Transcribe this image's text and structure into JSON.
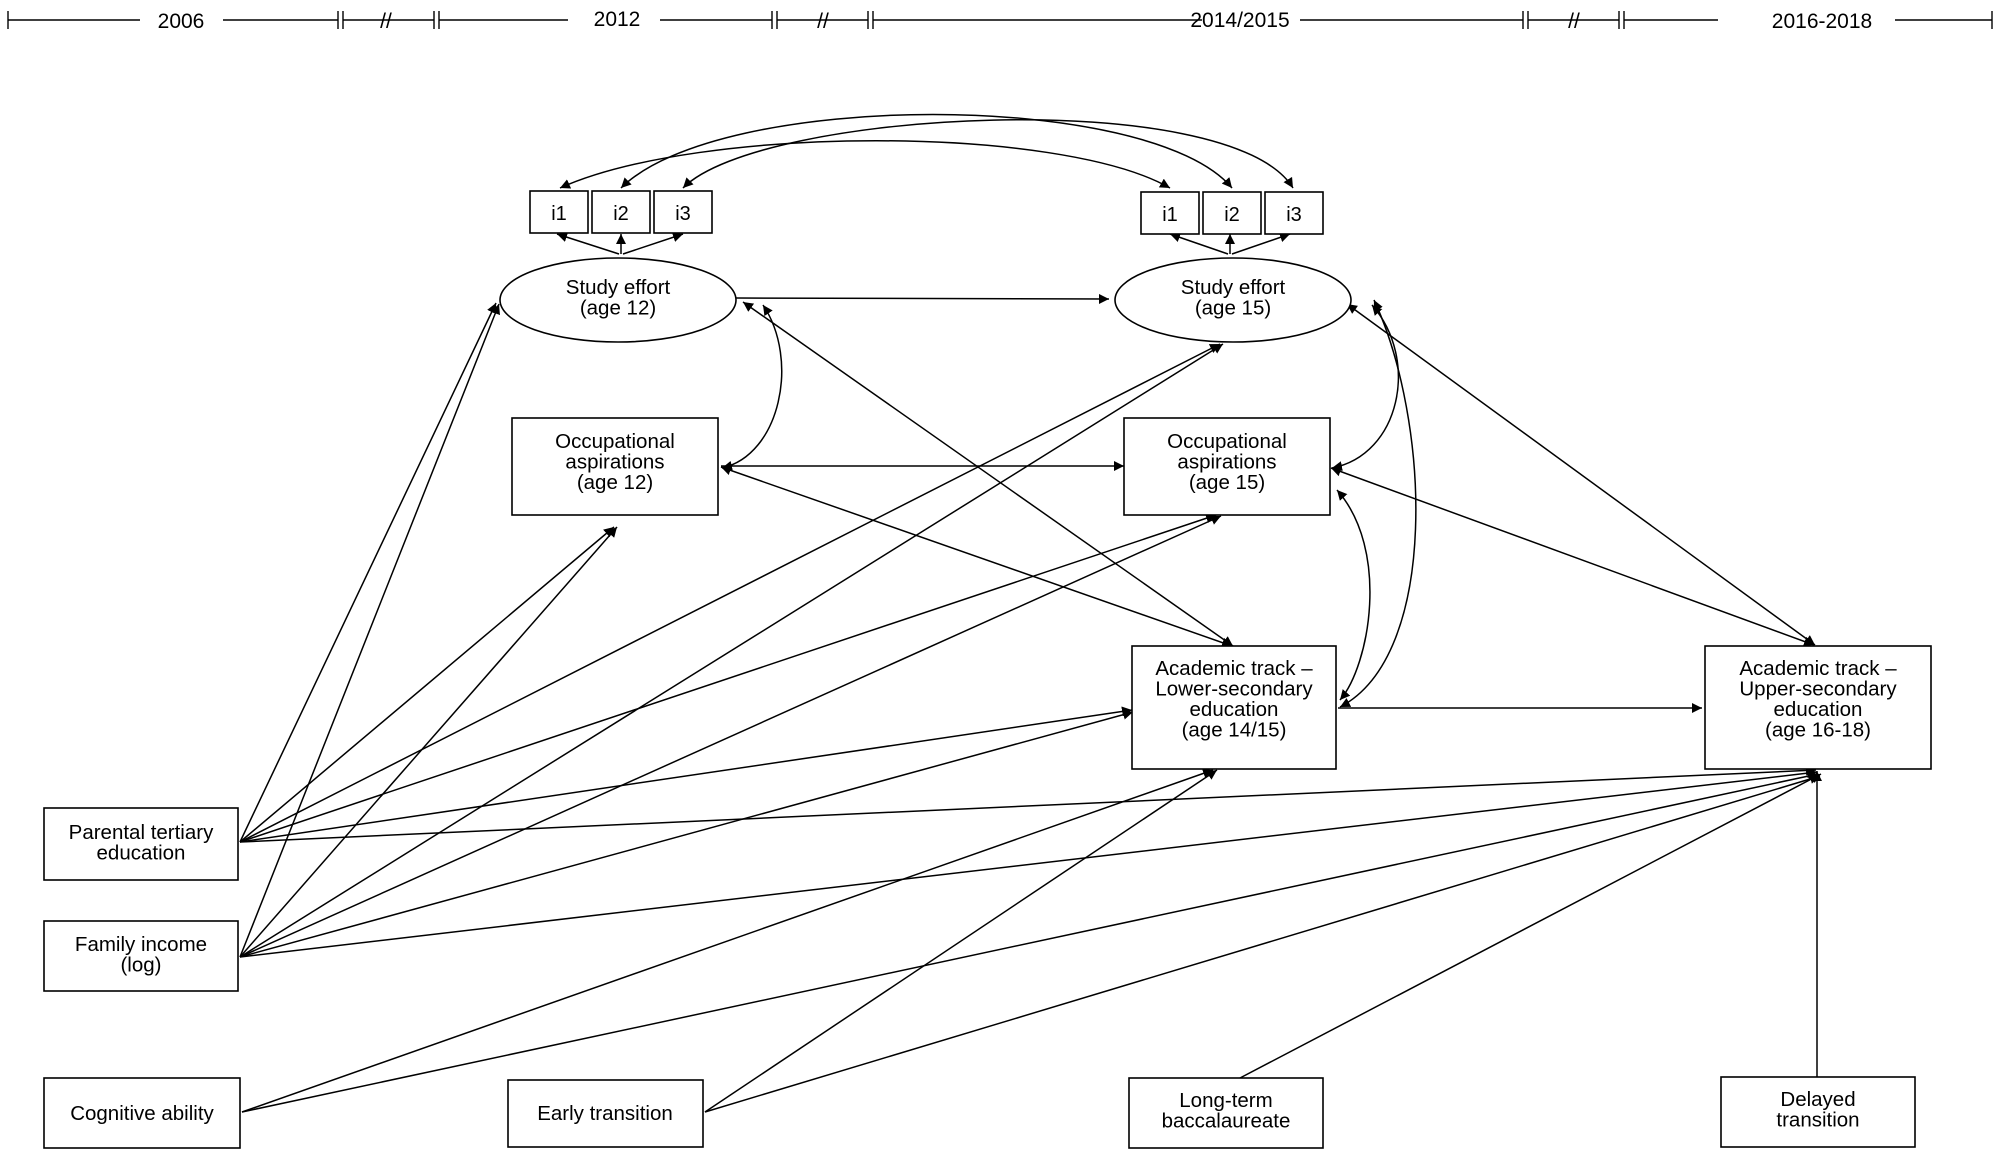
{
  "timeline": {
    "periods": [
      "2006",
      "2012",
      "2014/2015",
      "2016-2018"
    ],
    "break_mark": "//"
  },
  "nodes": {
    "i1_12": [
      "i1"
    ],
    "i2_12": [
      "i2"
    ],
    "i3_12": [
      "i3"
    ],
    "i1_15": [
      "i1"
    ],
    "i2_15": [
      "i2"
    ],
    "i3_15": [
      "i3"
    ],
    "study12": [
      "Study effort",
      "(age 12)"
    ],
    "study15": [
      "Study effort",
      "(age 15)"
    ],
    "occ12": [
      "Occupational",
      "aspirations",
      "(age 12)"
    ],
    "occ15": [
      "Occupational",
      "aspirations",
      "(age 15)"
    ],
    "lower": [
      "Academic track –",
      "Lower-secondary",
      "education",
      "(age 14/15)"
    ],
    "upper": [
      "Academic track –",
      "Upper-secondary",
      "education",
      "(age 16-18)"
    ],
    "parent": [
      "Parental tertiary",
      "education"
    ],
    "income": [
      "Family income",
      "(log)"
    ],
    "cog": [
      "Cognitive ability"
    ],
    "early": [
      "Early transition"
    ],
    "longterm": [
      "Long-term",
      "baccalaureate"
    ],
    "delayed": [
      "Delayed",
      "transition"
    ]
  }
}
